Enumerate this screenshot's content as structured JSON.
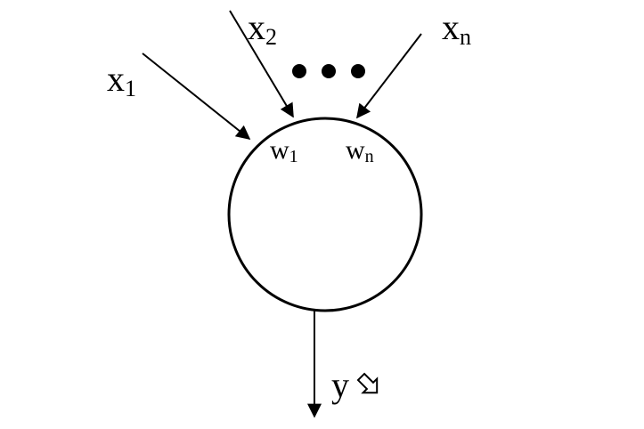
{
  "diagram": {
    "inputs": [
      {
        "base": "x",
        "sub": "1"
      },
      {
        "base": "x",
        "sub": "2"
      },
      {
        "base": "x",
        "sub": "n"
      }
    ],
    "ellipsis": "• • •",
    "weights": [
      {
        "base": "w",
        "sub": "1"
      },
      {
        "base": "w",
        "sub": "n"
      }
    ],
    "output": {
      "label": "y",
      "marker_icon": "hollow-arrow-icon"
    },
    "colors": {
      "stroke": "#000000",
      "background": "#ffffff"
    }
  }
}
